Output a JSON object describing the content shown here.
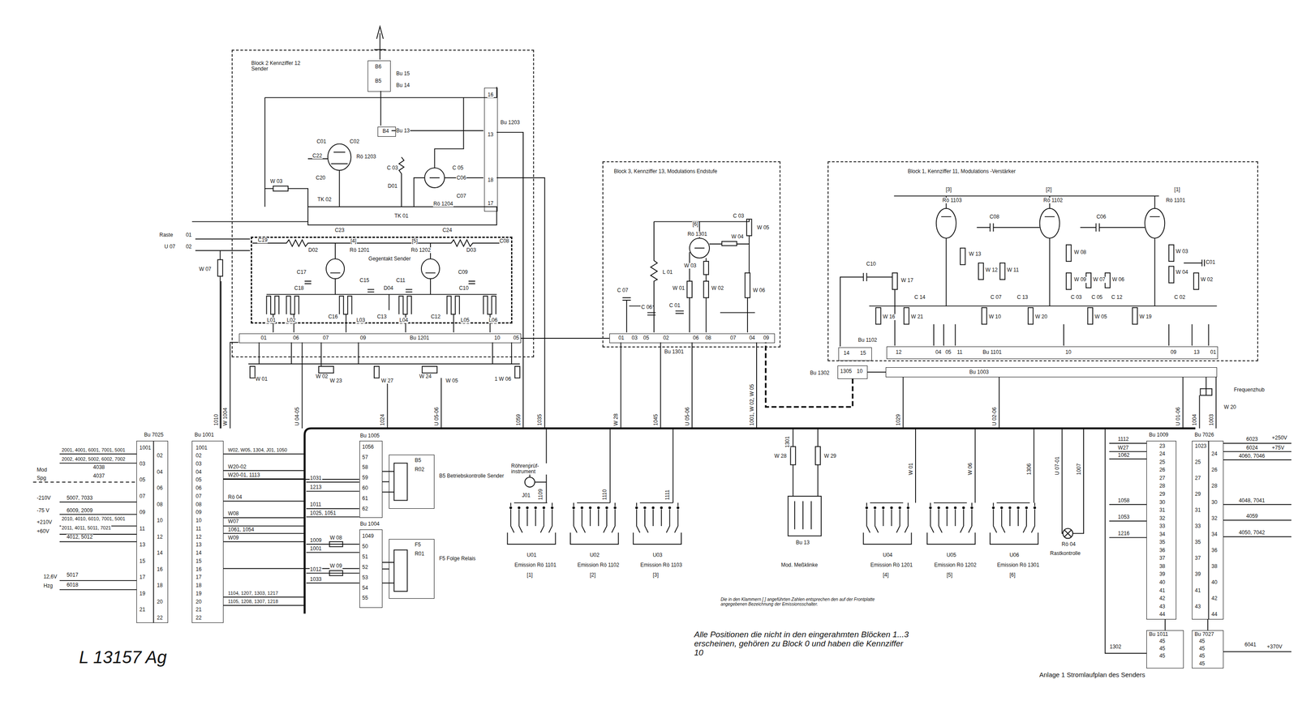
{
  "diagram": {
    "caption": "Anlage 1 Stromlaufplan des Senders",
    "nodes": [
      {
        "text": [
          "Block 2 Kennziffer 12 Sender"
        ]
      },
      {
        "text": [
          "B6",
          "B5"
        ],
        "in": 0
      },
      {
        "text": [
          "B4"
        ],
        "in": 0
      },
      {
        "text": [
          "16",
          "13",
          "18",
          "17"
        ],
        "in": 0
      },
      {
        "text": [
          "Gegentakt Sender"
        ],
        "in": 0
      },
      {
        "text": [
          "01",
          "06",
          "07",
          "09",
          "Bu 1201",
          "10",
          "05"
        ],
        "in": 0
      },
      {
        "text": [
          "Block 3, Kennziffer 13, Modulations Endstufe"
        ]
      },
      {
        "text": [
          "01",
          "03",
          "05",
          "02",
          "06",
          "08",
          "07",
          "04",
          "09"
        ],
        "in": 6
      },
      {
        "text": [
          "Block 1, Kennziffer 11, Modulations -Verstärker"
        ]
      },
      {
        "text": [
          "12",
          "04",
          "05",
          "11",
          "Bu 1101",
          "10",
          "09",
          "13",
          "01"
        ],
        "in": 8
      },
      {
        "text": [
          "14",
          "15"
        ],
        "in": 8
      },
      {
        "text": [
          "1305",
          "10"
        ]
      },
      {
        "text": [
          "Bu 1003"
        ]
      },
      {
        "text": [
          "Bu 7025"
        ]
      },
      {
        "text": [
          "Bu 1001"
        ]
      },
      {
        "text": [
          "Bu 1005"
        ]
      },
      {
        "text": [
          "Bu 1004"
        ]
      },
      {
        "text": [
          "B5",
          "R02"
        ]
      },
      {
        "text": [
          "F5",
          "R01"
        ]
      },
      {
        "text": [
          "Bu 1009"
        ]
      },
      {
        "text": [
          "Bu 7026"
        ]
      },
      {
        "text": [
          "Bu 1011"
        ]
      },
      {
        "text": [
          "Bu 7027"
        ]
      }
    ],
    "edges": [
      {
        "from": 14,
        "to": 15,
        "arrow": "none"
      },
      {
        "from": 14,
        "to": 16,
        "arrow": "none"
      },
      {
        "from": 15,
        "to": 17,
        "arrow": "none"
      },
      {
        "from": 16,
        "to": 18,
        "arrow": "none"
      },
      {
        "from": 5,
        "to": 7,
        "arrow": "none"
      },
      {
        "from": 11,
        "to": 12,
        "arrow": "none"
      },
      {
        "from": 19,
        "to": 21,
        "arrow": "none"
      },
      {
        "from": 20,
        "to": 22,
        "arrow": "none"
      }
    ],
    "labels": [
      "Bu 15",
      "Bu 14",
      "Bu 13",
      "Bu 1203",
      "C01",
      "C02",
      "Rö 1203",
      "C22",
      "C20",
      "W 03",
      "TK 02",
      "TK 01",
      "C 03",
      "D01",
      "C 05",
      "Rö 1204",
      "C06",
      "C07",
      "C23",
      "C24",
      "C19",
      "C08",
      "D02",
      "D03",
      "[4]",
      "Rö 1201",
      "[5]",
      "Rö 1202",
      "C17",
      "C18",
      "C15",
      "D04",
      "C11",
      "C09",
      "C10",
      "L01",
      "L02",
      "C16",
      "L03",
      "C13",
      "L04",
      "C12",
      "L05",
      "L06",
      "Raste",
      "01",
      "U 07",
      "02",
      "W 07",
      "W 01",
      "W 02",
      "W 23",
      "W 27",
      "W 24",
      "W 05",
      "1 W 06",
      "2001, 4001, 6001, 7001, 5001",
      "2002, 4002, 5002, 6002, 7002",
      "Mod",
      "Spg",
      "4038",
      "4037",
      "-210V",
      "5007, 7033",
      "-75 V",
      "6009, 2009",
      "+210V",
      "2010, 4010, 6010, 7001, 5001",
      "+60V",
      "2011, 4011, 5011, 7021",
      "4012, 5012",
      "12,6V",
      "Hzg",
      "5017",
      "6018",
      "1001",
      "02",
      "03",
      "04",
      "05",
      "06",
      "07",
      "08",
      "09",
      "10",
      "11",
      "12",
      "13",
      "14",
      "15",
      "16",
      "17",
      "18",
      "19",
      "20",
      "21",
      "22",
      "1001",
      "02",
      "03",
      "04",
      "05",
      "06",
      "07",
      "08",
      "09",
      "10",
      "11",
      "12",
      "13",
      "14",
      "15",
      "16",
      "17",
      "18",
      "19",
      "20",
      "21",
      "22",
      "W02, W05, 1304, J01, 1050",
      "W20-02",
      "W20-01, 1113",
      "Rö 04",
      "W08",
      "W07",
      "1061, 1054",
      "W09",
      "1104, 1207, 1303, 1217",
      "1105, 1208, 1307, 1218",
      "1031",
      "1213",
      "1011",
      "1025, 1051",
      "W 08",
      "1009",
      "1001",
      "W 09",
      "1012",
      "1033",
      "1056",
      "57",
      "58",
      "59",
      "60",
      "61",
      "62",
      "1049",
      "50",
      "51",
      "52",
      "53",
      "54",
      "55",
      "B5 Betriebskontrolle Sender",
      "F5 Folge Relais",
      "1010",
      "W 1004",
      "U 04-05",
      "1024",
      "U 05-06",
      "1059",
      "1035",
      "W 28",
      "1045",
      "U 05-06",
      "1001, W 02, W 05",
      "1029",
      "U 02-06",
      "U 01-06",
      "1004",
      "1003",
      "1109",
      "1110",
      "1111",
      "1301",
      "W 01",
      "W 06",
      "1306",
      "U 07-01",
      "1007",
      "Röhrenprüf- instrument",
      "J01",
      "U01",
      "Emission Rö 1101",
      "[1]",
      "U02",
      "Emission Rö 1102",
      "[2]",
      "U03",
      "Emission Rö 1103",
      "[3]",
      "U04",
      "Emission Rö 1201",
      "[4]",
      "U05",
      "Emission Rö 1202",
      "[5]",
      "U06",
      "Emission Rö 1301",
      "[6]",
      "W 28",
      "W 29",
      "Bu 13",
      "Mod. Meßklinke",
      "Rö 04",
      "Rastkontrolle",
      "Die in den Klammern [ ] angeführten Zahlen entsprechen den auf der Frontplatte angegebenen Bezeichnung der Emissionsschalter.",
      "Alle Positionen die nicht in den eingerahmten Blöcken 1...3 erscheinen, gehören zu Block 0 und haben die Kennziffer 10",
      "L 13157 Ag",
      "C 03",
      "[6]",
      "Rö 1301",
      "W 05",
      "W 04",
      "L 01",
      "W 03",
      "W 01",
      "W 02",
      "W 06",
      "C 07",
      "C 06",
      "C 01",
      "Bu 1301",
      "[3]",
      "Rö 1103",
      "[2]",
      "Rö 1102",
      "[1]",
      "Rö 1101",
      "C08",
      "C06",
      "C01",
      "C10",
      "W 13",
      "W 08",
      "W 03",
      "W 17",
      "W 12",
      "W 11",
      "W 09",
      "W 07",
      "W 06",
      "W 04",
      "W 02",
      "C 14",
      "C 07",
      "C 13",
      "C 03",
      "C 05",
      "C 12",
      "C 02",
      "W 16",
      "W 21",
      "W 10",
      "W 20",
      "W 05",
      "W 19",
      "Bu 1102",
      "Bu 1302",
      "Frequenzhub",
      "W 20",
      "1112",
      "W27",
      "1062",
      "1058",
      "1053",
      "1216",
      "23",
      "24",
      "25",
      "26",
      "27",
      "28",
      "29",
      "30",
      "31",
      "32",
      "33",
      "34",
      "35",
      "36",
      "37",
      "38",
      "39",
      "40",
      "41",
      "42",
      "43",
      "44",
      "1023",
      "24",
      "25",
      "26",
      "27",
      "28",
      "29",
      "30",
      "31",
      "32",
      "33",
      "34",
      "35",
      "36",
      "37",
      "38",
      "39",
      "40",
      "41",
      "42",
      "43",
      "44",
      "6023",
      "+250V",
      "6024",
      "+75V",
      "4060, 7046",
      "4048, 7041",
      "4059",
      "4050, 7042",
      "1302",
      "45",
      "45",
      "45",
      "45",
      "45",
      "45",
      "45",
      "6041",
      "+370V"
    ]
  }
}
